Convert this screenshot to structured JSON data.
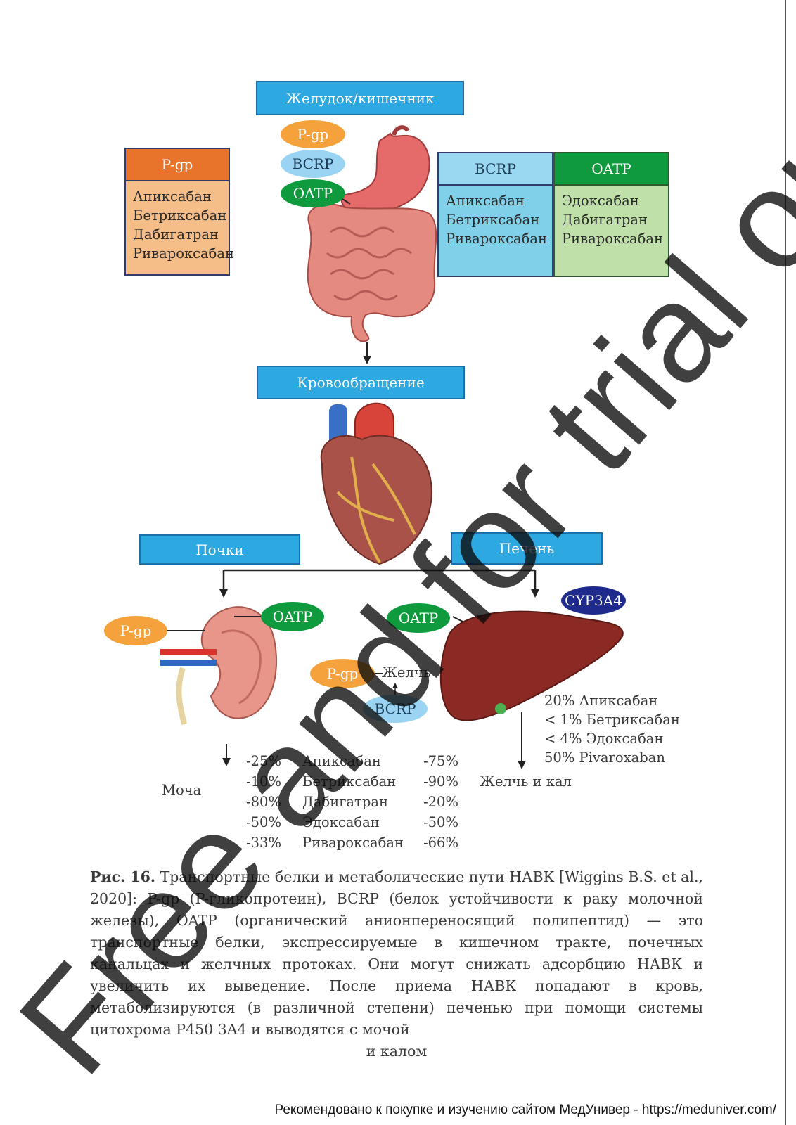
{
  "headers": {
    "stomach": "Желудок/кишечник",
    "circulation": "Кровообращение",
    "kidneys": "Почки",
    "liver": "Печень"
  },
  "transporters": {
    "pgp": "P-gp",
    "bcrp": "BCRP",
    "oatp": "OATP",
    "cyp": "CYP3A4"
  },
  "drug_boxes": {
    "pgp": {
      "title": "P-gp",
      "drugs": [
        "Апиксабан",
        "Бетриксабан",
        "Дабигатран",
        "Ривароксабан"
      ]
    },
    "bcrp": {
      "title": "BCRP",
      "drugs": [
        "Апиксабан",
        "Бетриксабан",
        "Ривароксабан"
      ]
    },
    "oatp": {
      "title": "OATP",
      "drugs": [
        "Эдоксабан",
        "Дабигатран",
        "Ривароксабан"
      ]
    }
  },
  "labels": {
    "bile": "Желчь",
    "urine": "Моча",
    "bile_feces": "Желчь и кал"
  },
  "liver_metabolism": [
    "20% Апиксабан",
    "< 1% Бетриксабан",
    "< 4% Эдоксабан",
    "50% Рivaroxaban"
  ],
  "excretion_table": [
    {
      "urine": "-25%",
      "drug": "Апиксабан",
      "bile": "-75%"
    },
    {
      "urine": "-10%",
      "drug": "Бетриксабан",
      "bile": "-90%"
    },
    {
      "urine": "-80%",
      "drug": "Дабигатран",
      "bile": "-20%"
    },
    {
      "urine": "-50%",
      "drug": "Эдоксабан",
      "bile": "-50%"
    },
    {
      "urine": "-33%",
      "drug": "Ривароксабан",
      "bile": "-66%"
    }
  ],
  "caption": {
    "label": "Рис. 16.",
    "text": "Транспортные белки и метаболические пути НАВК [Wiggins B.S. et al., 2020]: P-gp (P-гликопротеин), BCRP (белок устойчивости к раку молочной железы), OATP (органический анионпереносящий полипептид) — это транспортные белки, экспрессируемые в кишечном тракте, почечных канальцах и желчных протоках. Они могут снижать адсорбцию НАВК и увеличить их выведение. После приема НАВК попадают в кровь, метаболизируются (в различной степени) печенью при помощи системы цитохрома P450 3A4 и выводятся с мочой",
    "last_line": "и калом"
  },
  "footer": "Рекомендовано к покупке и изучению сайтом МедУнивер - https://meduniver.com/",
  "watermark": "Free and for trial only",
  "colors": {
    "header_blue": "#2ea8e0",
    "pgp_orange": "#f5a23c",
    "bcrp_blue": "#9bd4f2",
    "oatp_green": "#0f9a3e",
    "cyp_navy": "#1e2b8c"
  }
}
